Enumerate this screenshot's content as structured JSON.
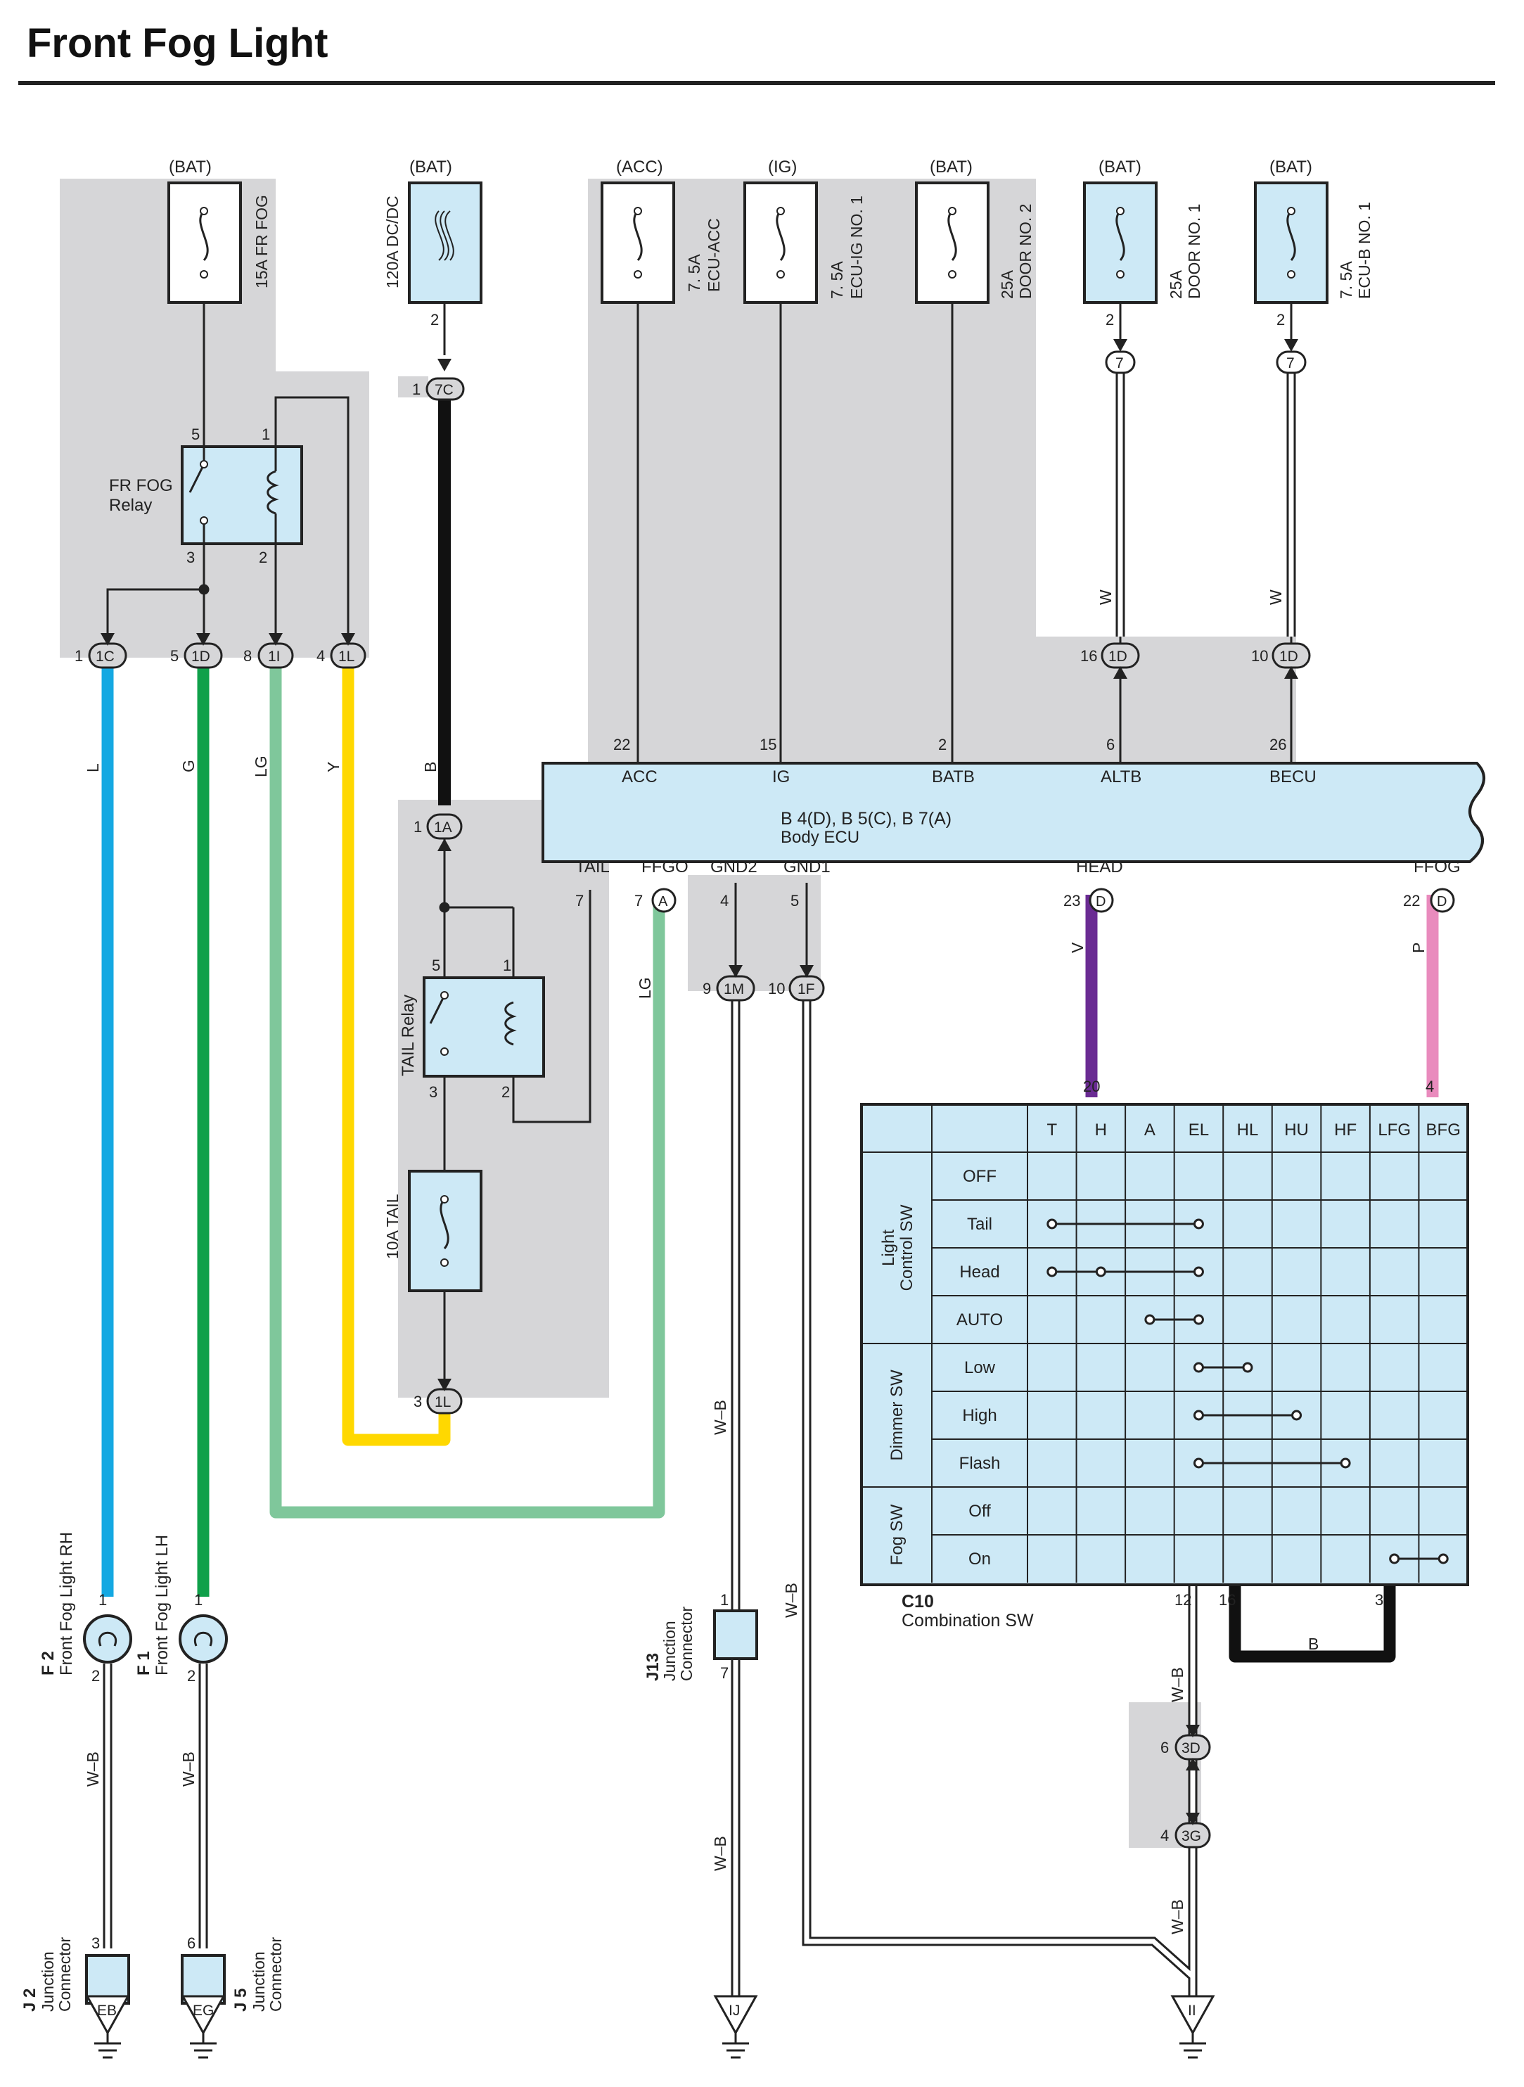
{
  "title": "Front Fog Light",
  "colors": {
    "wire_L": "#14a8e2",
    "wire_G": "#0fa04a",
    "wire_LG": "#7fc79b",
    "wire_Y": "#ffd800",
    "wire_B": "#111111",
    "wire_V": "#6a2b93",
    "wire_P": "#e98bbd",
    "panel_gray": "#d6d6d8",
    "component_fill": "#cde9f6"
  },
  "fuses": {
    "fr_fog": {
      "source": "(BAT)",
      "label": "15A FR FOG"
    },
    "dcdc": {
      "source": "(BAT)",
      "label": "120A DC/DC",
      "pin": "2"
    },
    "ecu_acc": {
      "source": "(ACC)",
      "amp": "7. 5A",
      "name": "ECU-ACC"
    },
    "ecu_ig": {
      "source": "(IG)",
      "amp": "7. 5A",
      "name": "ECU-IG NO. 1"
    },
    "door2": {
      "source": "(BAT)",
      "amp": "25A",
      "name": "DOOR NO. 2"
    },
    "door1": {
      "source": "(BAT)",
      "amp": "25A",
      "name": "DOOR NO. 1",
      "pin": "2"
    },
    "ecu_b": {
      "source": "(BAT)",
      "amp": "7. 5A",
      "name": "ECU-B NO. 1",
      "pin": "2"
    },
    "tail": {
      "label": "10A TAIL"
    }
  },
  "relays": {
    "fr_fog": {
      "name_line1": "FR FOG",
      "name_line2": "Relay",
      "pins": [
        "5",
        "1",
        "3",
        "2"
      ]
    },
    "tail": {
      "name": "TAIL Relay",
      "pins": [
        "5",
        "1",
        "3",
        "2"
      ]
    }
  },
  "connectors": {
    "c7C": {
      "id": "7C",
      "pin": "1"
    },
    "c1C": {
      "id": "1C",
      "pin": "1"
    },
    "c1D_a": {
      "id": "1D",
      "pin": "5"
    },
    "c1I": {
      "id": "1I",
      "pin": "8"
    },
    "c1L_a": {
      "id": "1L",
      "pin": "4"
    },
    "c1A": {
      "id": "1A",
      "pin": "1"
    },
    "c1L_b": {
      "id": "1L",
      "pin": "3"
    },
    "c1D_b": {
      "id": "1D",
      "pin": "16"
    },
    "c1D_c": {
      "id": "1D",
      "pin": "10"
    },
    "c7_a": {
      "id": "7"
    },
    "c7_b": {
      "id": "7"
    },
    "c1M": {
      "id": "1M",
      "pin": "9"
    },
    "c1F": {
      "id": "1F",
      "pin": "10"
    },
    "c3D": {
      "id": "3D",
      "pin": "6"
    },
    "c3G": {
      "id": "3G",
      "pin": "4"
    }
  },
  "wires": {
    "L": "L",
    "G": "G",
    "LG": "LG",
    "Y": "Y",
    "B": "B",
    "W": "W",
    "V": "V",
    "P": "P",
    "WB": "W–B"
  },
  "ecu": {
    "title": "B 4(D), B 5(C), B 7(A)",
    "subtitle": "Body ECU",
    "top_pins": [
      {
        "num": "22",
        "name": "ACC"
      },
      {
        "num": "15",
        "name": "IG"
      },
      {
        "num": "2",
        "name": "BATB"
      },
      {
        "num": "6",
        "name": "ALTB"
      },
      {
        "num": "26",
        "name": "BECU"
      }
    ],
    "bottom_pins": [
      {
        "num": "7",
        "name": "TAIL"
      },
      {
        "num": "7",
        "name": "FFGO",
        "conn": "A"
      },
      {
        "num": "4",
        "name": "GND2"
      },
      {
        "num": "5",
        "name": "GND1"
      },
      {
        "num": "23",
        "name": "HEAD",
        "conn": "D"
      },
      {
        "num": "22",
        "name": "FFOG",
        "conn": "D"
      }
    ]
  },
  "combination_sw": {
    "code": "C10",
    "name": "Combination SW",
    "pin_top_left": "20",
    "pin_top_right": "4",
    "pins_bottom": [
      "12",
      "16",
      "3"
    ],
    "columns": [
      "T",
      "H",
      "A",
      "EL",
      "HL",
      "HU",
      "HF",
      "LFG",
      "BFG"
    ],
    "groups": [
      {
        "name_line1": "Light",
        "name_line2": "Control SW",
        "rows": [
          "OFF",
          "Tail",
          "Head",
          "AUTO"
        ]
      },
      {
        "name_line1": "Dimmer SW",
        "name_line2": "",
        "rows": [
          "Low",
          "High",
          "Flash"
        ]
      },
      {
        "name_line1": "Fog SW",
        "name_line2": "",
        "rows": [
          "Off",
          "On"
        ]
      }
    ]
  },
  "lights": {
    "rh": {
      "code": "F 2",
      "name": "Front Fog Light RH",
      "pin_top": "1",
      "pin_bottom": "2"
    },
    "lh": {
      "code": "F 1",
      "name": "Front Fog Light LH",
      "pin_top": "1",
      "pin_bottom": "2"
    }
  },
  "junctions": {
    "j2": {
      "code": "J 2",
      "line1": "Junction",
      "line2": "Connector",
      "pin": "3"
    },
    "j5": {
      "code": "J 5",
      "line1": "Junction",
      "line2": "Connector",
      "pin": "6"
    },
    "j13": {
      "code": "J13",
      "line1": "Junction",
      "line2": "Connector",
      "pin_top": "1",
      "pin_bottom": "7"
    }
  },
  "grounds": [
    "EB",
    "EG",
    "IJ",
    "II"
  ]
}
